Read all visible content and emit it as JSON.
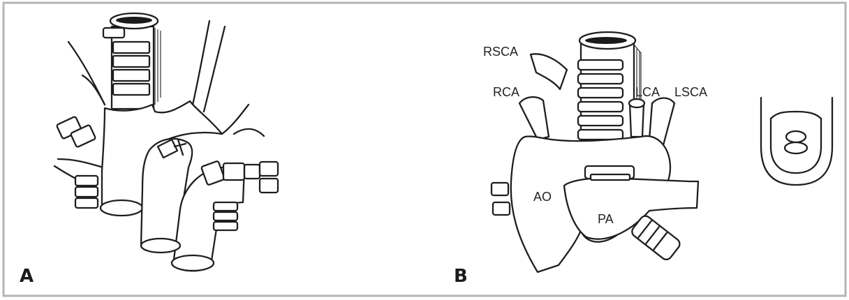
{
  "panels": [
    {
      "letter": "A"
    },
    {
      "letter": "B"
    }
  ],
  "labels": {
    "rsca": "RSCA",
    "rca": "RCA",
    "lca": "LCA",
    "lsca": "LSCA",
    "ao": "AO",
    "pa": "PA"
  },
  "colors": {
    "border": "#b5b5b5",
    "line": "#1e1e1e",
    "background": "#ffffff"
  }
}
